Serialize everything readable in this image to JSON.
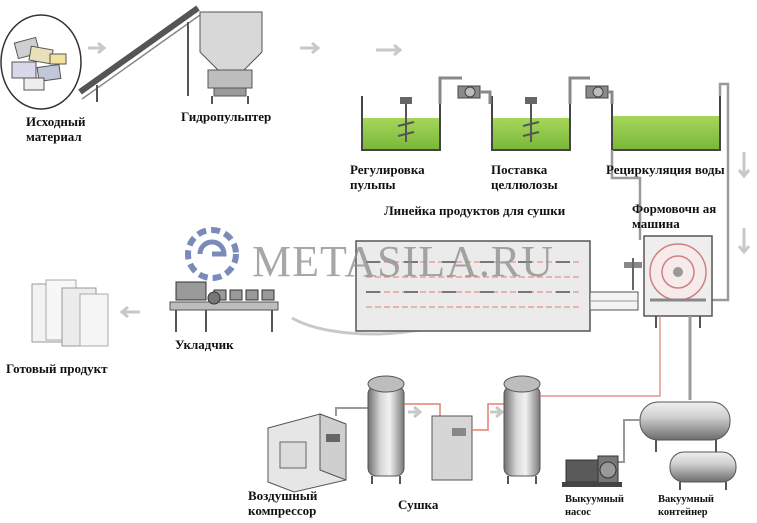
{
  "labels": {
    "source_material": "Исходный материал",
    "hydropulper": "Гидропульптер",
    "pulp_regulation": "Регулировка пульпы",
    "cellulose_supply": "Поставка целлюлозы",
    "water_recirculation": "Рециркуляция воды",
    "drying_line": "Линейка продуктов для сушки",
    "forming_machine": "Формовочн ая машина",
    "finished_product": "Готовый продукт",
    "stacker": "Укладчик",
    "air_compressor": "Воздушный компрессор",
    "dryer": "Сушка",
    "vacuum_pump": "Выкуумный насос",
    "vacuum_container": "Вакуумный контейнер"
  },
  "watermark": "METASILA.RU",
  "colors": {
    "pulp_green": "#8cc63f",
    "pipe_red": "#e08070",
    "line_gray": "#9a9a9a",
    "flow_arrow": "#c8c8c8",
    "watermark_gray": "#8a8a8a",
    "logo_blue": "#5a6fa8"
  }
}
